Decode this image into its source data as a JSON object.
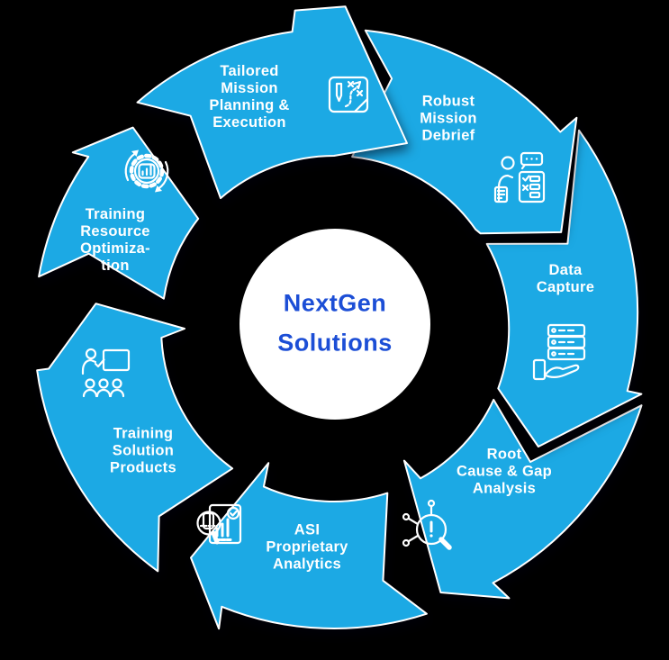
{
  "diagram": {
    "center": {
      "line1": "NextGen",
      "line2": "Solutions"
    },
    "segments": [
      {
        "label": "Tailored\nMission\nPlanning &\nExecution",
        "icon": "mission-planning-icon"
      },
      {
        "label": "Robust\nMission\nDebrief",
        "icon": "mission-debrief-icon"
      },
      {
        "label": "Data\nCapture",
        "icon": "data-capture-icon"
      },
      {
        "label": "Root\nCause & Gap\nAnalysis",
        "icon": "root-cause-icon"
      },
      {
        "label": "ASI\nProprietary\nAnalytics",
        "icon": "analytics-icon"
      },
      {
        "label": "Training\nSolution\nProducts",
        "icon": "training-products-icon"
      },
      {
        "label": "Training\nResource\nOptimiza-\ntion",
        "icon": "resource-optimization-icon"
      }
    ],
    "colors": {
      "arrow": "#1ca9e4",
      "arrow_outline": "#ffffff",
      "label_text": "#ffffff",
      "center_bg": "#ffffff",
      "center_text": "#1c4ed6",
      "background": "#000000"
    }
  }
}
